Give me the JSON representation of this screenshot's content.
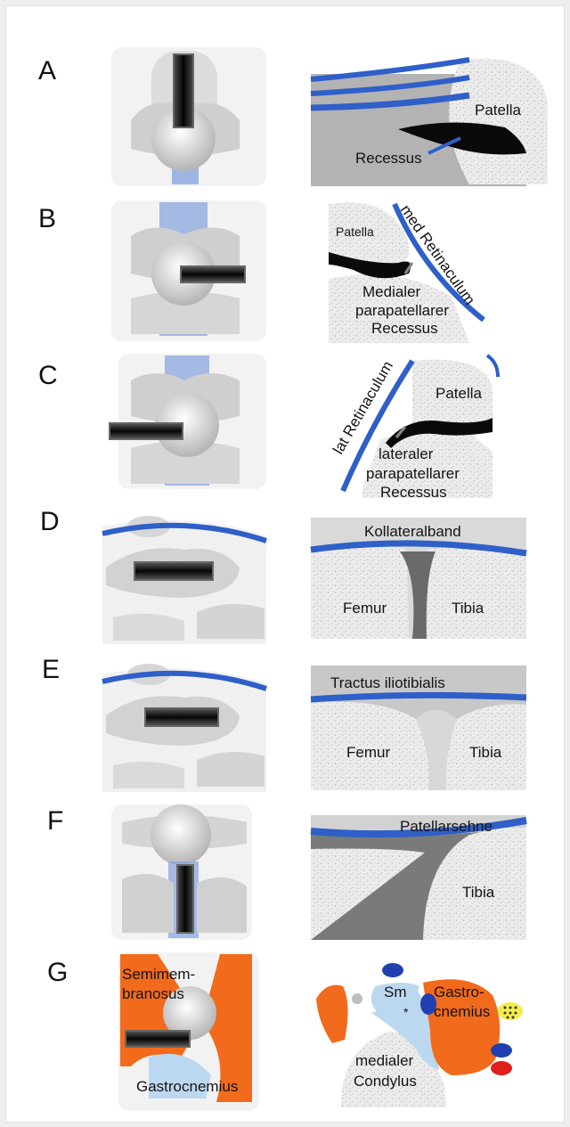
{
  "panels": [
    {
      "letter": "A",
      "labels": {
        "patella": "Patella",
        "recessus": "Recessus"
      }
    },
    {
      "letter": "B",
      "labels": {
        "patella": "Patella",
        "retinaculum": "med Retinaculum",
        "line1": "Medialer",
        "line2": "parapatellarer",
        "line3": "Recessus"
      }
    },
    {
      "letter": "C",
      "labels": {
        "patella": "Patella",
        "retinaculum": "lat Retinaculum",
        "line1": "lateraler",
        "line2": "parapatellarer",
        "line3": "Recessus"
      }
    },
    {
      "letter": "D",
      "labels": {
        "band": "Kollateralband",
        "femur": "Femur",
        "tibia": "Tibia"
      }
    },
    {
      "letter": "E",
      "labels": {
        "band": "Tractus iliotibialis",
        "femur": "Femur",
        "tibia": "Tibia"
      }
    },
    {
      "letter": "F",
      "labels": {
        "band": "Patellarsehne",
        "tibia": "Tibia"
      }
    },
    {
      "letter": "G",
      "labels": {
        "semi1": "Semimem-",
        "semi2": "branosus",
        "gastro_left": "Gastrocnemius",
        "sm": "Sm",
        "star": "*",
        "gastro1": "Gastro-",
        "gastro2": "cnemius",
        "medialer": "medialer",
        "condylus": "Condylus"
      }
    }
  ],
  "colors": {
    "tissue_blue": "#2f5fc8",
    "light_blue": "#9fb8e6",
    "bone_gray": "#d0d0d0",
    "recess_black": "#0a0a0a",
    "fluid_gray": "#8a8a8a",
    "muscle_orange": "#f26a1b",
    "pale_blue": "#bcd8f0",
    "artery_red": "#e0201c",
    "vein_blue": "#2040b0",
    "nerve_yellow": "#f4ec4a"
  }
}
